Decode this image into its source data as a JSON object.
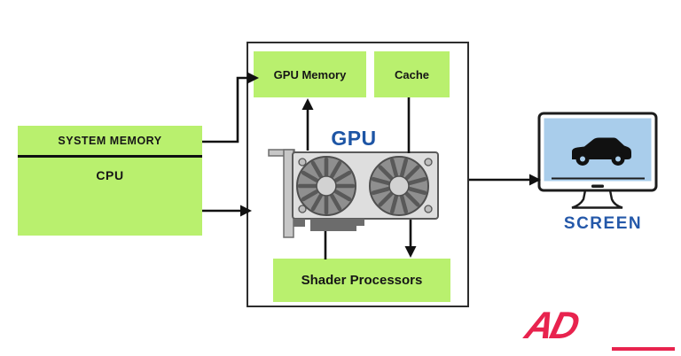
{
  "diagram": {
    "system_memory_label": "SYSTEM MEMORY",
    "cpu_label": "CPU",
    "gpu_unit": {
      "gpu_memory_label": "GPU Memory",
      "cache_label": "Cache",
      "gpu_label": "GPU",
      "shader_processors_label": "Shader Processors"
    },
    "screen_label": "SCREEN",
    "brand_logo_text": "AD"
  },
  "icons": {
    "gpu_card": "graphics-card-with-two-fans",
    "monitor": "desktop-monitor-with-stand",
    "car": "black-car-silhouette-on-screen"
  },
  "colors": {
    "box_green": "#b9f06e",
    "accent_blue_text": "#1d55a5",
    "screen_blue": "#a9cdeb",
    "brand_red": "#e8234e",
    "line_black": "#111111",
    "card_gray": "#dedede",
    "background": "#ffffff"
  }
}
